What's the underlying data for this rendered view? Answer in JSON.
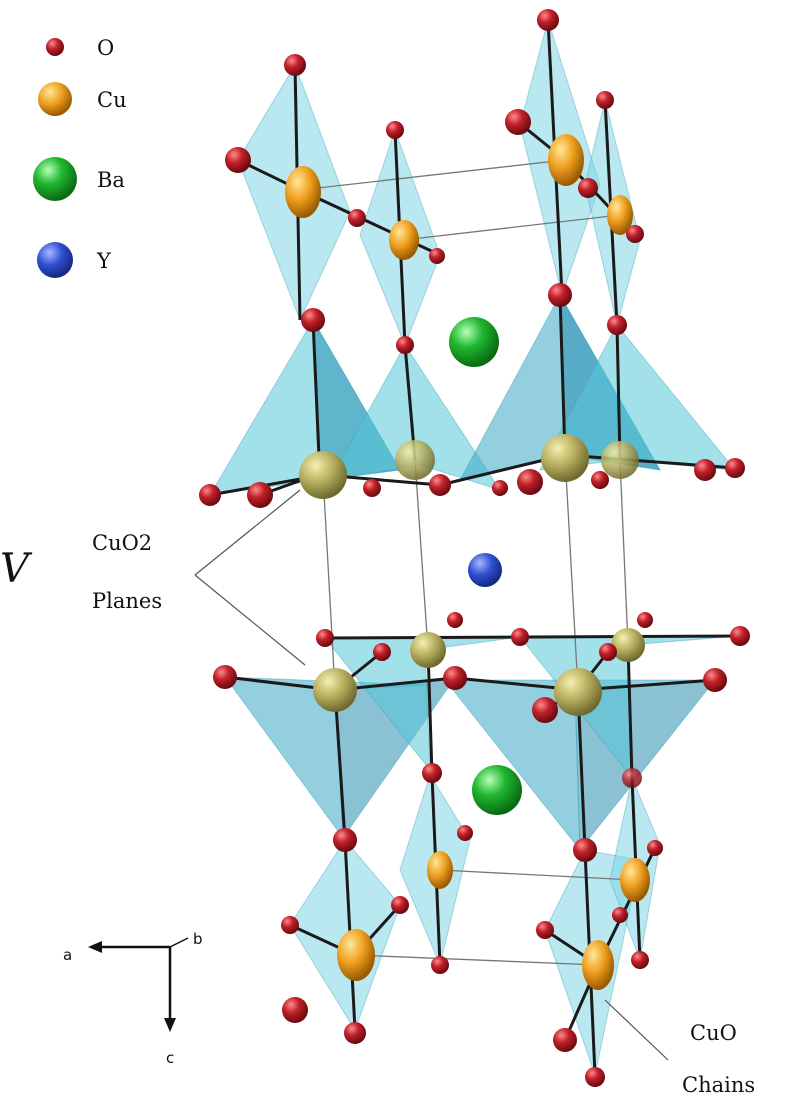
{
  "legend": [
    {
      "label": "O",
      "color": "#c0202a"
    },
    {
      "label": "Cu",
      "color": "#f0a020"
    },
    {
      "label": "Ba",
      "color": "#20b830"
    },
    {
      "label": "Y",
      "color": "#3050d0"
    }
  ],
  "annotations": {
    "planes_line1": "CuO2",
    "planes_line2": "Planes",
    "chains_line1": "CuO",
    "chains_line2": "Chains",
    "edge_glyph": "V"
  },
  "axes": {
    "a": "a",
    "b": "b",
    "c": "c"
  },
  "colors": {
    "polyhedron_fill": "#56c6d8",
    "polyhedron_dark": "#2a8fb0",
    "bond": "#1a1a1a",
    "cell_edge": "#777777",
    "oxygen": "#c0202a",
    "copper_chain": "#f0a020",
    "copper_plane": "#b8b060",
    "barium": "#20b830",
    "yttrium": "#3050d0"
  }
}
